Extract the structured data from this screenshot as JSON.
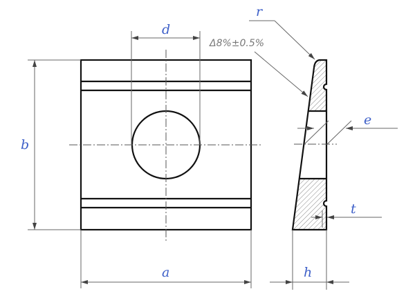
{
  "labels": {
    "a": "a",
    "b": "b",
    "d": "d",
    "e": "e",
    "h": "h",
    "r": "r",
    "t": "t"
  },
  "slope_note": "Δ8%±0.5%",
  "colors": {
    "label": "#3d5fc8",
    "outline": "#111111",
    "dimension": "#666666"
  }
}
